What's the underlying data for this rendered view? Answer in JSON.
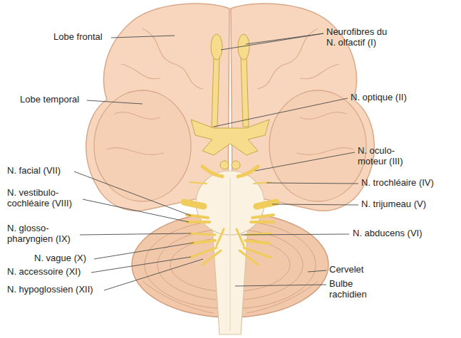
{
  "diagram": {
    "labels": [
      "Lobe frontal",
      "Neurofibres du N. olfactif (I)",
      "Lobe temporal",
      "N. optique (II)",
      "N. oculo- moteur (III)",
      "N. facial (VII)",
      "N. trochléaire (IV)",
      "N. vestibulo- cochléaire (VIII)",
      "N. trijumeau (V)",
      "N. glosso- pharyngien (IX)",
      "N. abducens (VI)",
      "N. vague (X)",
      "N. accessoire (XI)",
      "Cervelet",
      "N. hypoglossien (XII)",
      "Bulbe rachidien"
    ]
  }
}
